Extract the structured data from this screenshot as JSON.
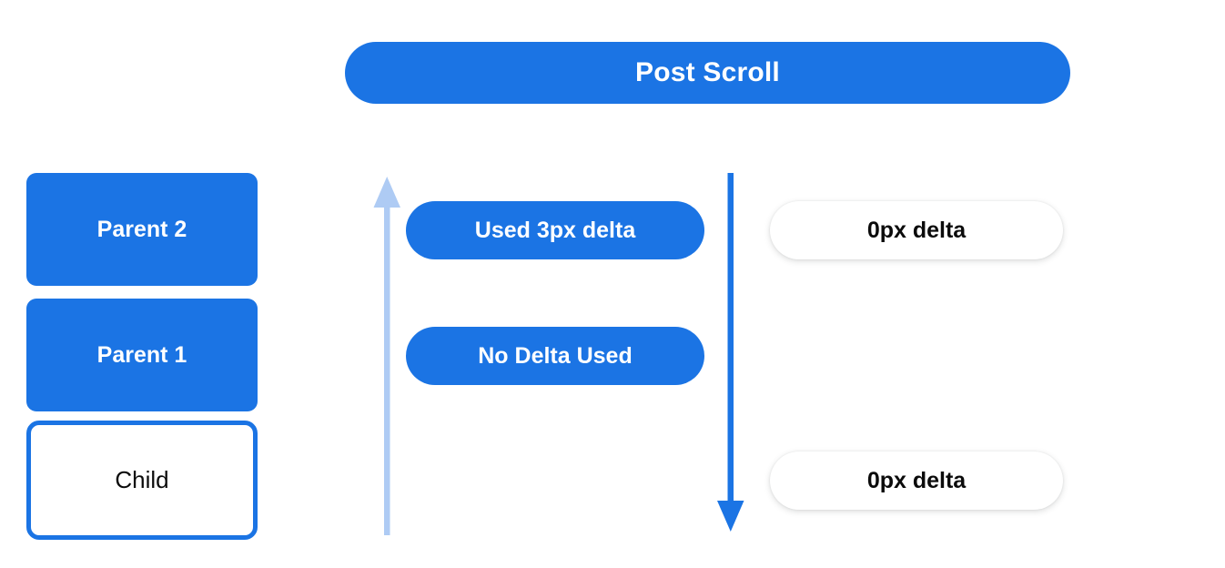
{
  "banner": {
    "label": "Post Scroll"
  },
  "colors": {
    "blue": "#1b74e4",
    "light_blue": "#aecbf4",
    "white": "#ffffff",
    "text_dark": "#0b0b0b"
  },
  "left_stack": {
    "items": [
      {
        "label": "Parent 2",
        "style": "filled"
      },
      {
        "label": "Parent 1",
        "style": "filled"
      },
      {
        "label": "Child",
        "style": "outlined"
      }
    ]
  },
  "arrows": [
    {
      "name": "up-arrow",
      "direction": "up",
      "color": "#aecbf4"
    },
    {
      "name": "down-arrow",
      "direction": "down",
      "color": "#1b74e4"
    }
  ],
  "middle_pills": {
    "items": [
      {
        "label": "Used 3px delta"
      },
      {
        "label": "No Delta Used"
      }
    ]
  },
  "right_pills": {
    "items": [
      {
        "label": "0px delta"
      },
      {
        "label": "0px delta"
      }
    ]
  }
}
